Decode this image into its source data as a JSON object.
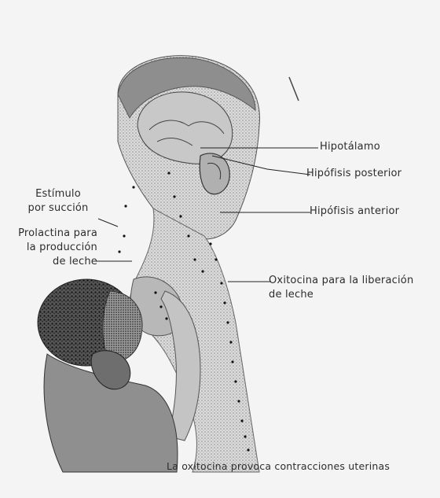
{
  "labels": {
    "hipotalamo": "Hipotálamo",
    "hipofisis_posterior": "Hipófisis posterior",
    "hipofisis_anterior": "Hipófisis anterior",
    "estimulo_line1": "Estímulo",
    "estimulo_line2": "por succión",
    "prolactina_line1": "Prolactina para",
    "prolactina_line2": "la producción",
    "prolactina_line3": "de leche",
    "oxitocina_line1": "Oxitocina para la liberación",
    "oxitocina_line2": "de leche",
    "contracciones": "La oxitocina provoca contracciones uterinas"
  },
  "icons": {
    "illustration": "mother-breastfeeding-infant-sketch",
    "brain": "brain-icon"
  },
  "colors": {
    "background": "#f4f4f4",
    "ink": "#2d2d2d",
    "pathway_dots": "#111111"
  }
}
